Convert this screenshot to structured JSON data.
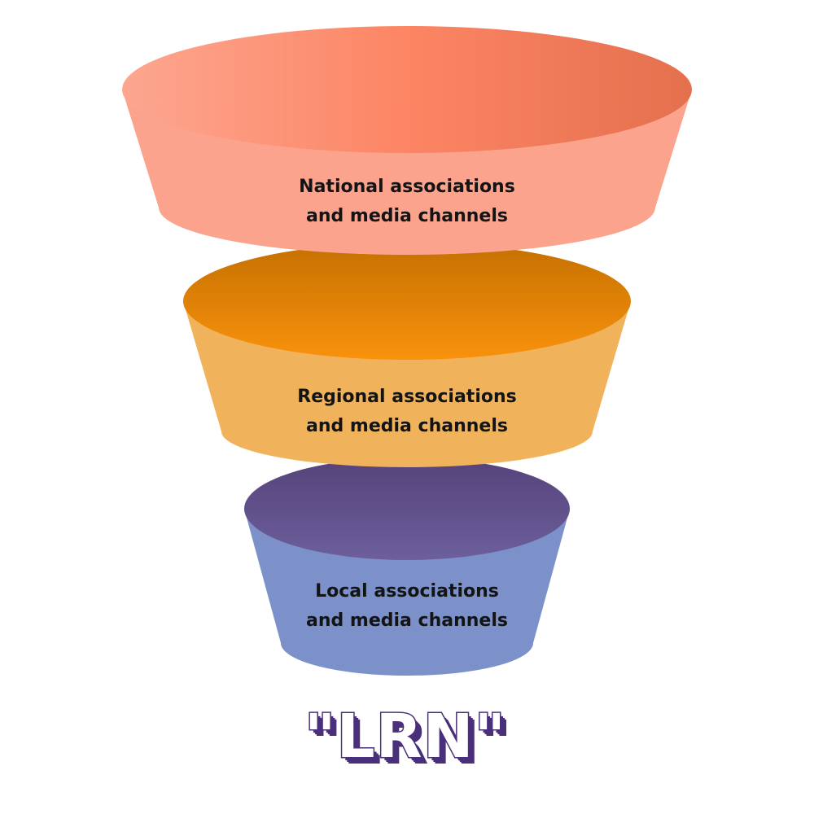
{
  "diagram": {
    "type": "funnel",
    "tiers": [
      {
        "line1": "National associations",
        "line2": "and media channels",
        "colors": {
          "side": "#fca38d",
          "top_left": "#fda690",
          "top_mid": "#fc8564",
          "top_right": "#e4704e",
          "top_rim": "#ff9a7e"
        }
      },
      {
        "line1": "Regional associations",
        "line2": "and media channels",
        "colors": {
          "side": "#f0b35c",
          "top_dark": "#c47001",
          "top_light": "#f9920c"
        }
      },
      {
        "line1": "Local associations",
        "line2": "and media channels",
        "colors": {
          "side": "#7c91c9",
          "top_dark": "#55427a",
          "top_light": "#6c5f9b"
        }
      }
    ]
  },
  "logo": {
    "text": "\"LRN\"",
    "fill": "#ffffff",
    "shadow": "#4a2f7a"
  }
}
